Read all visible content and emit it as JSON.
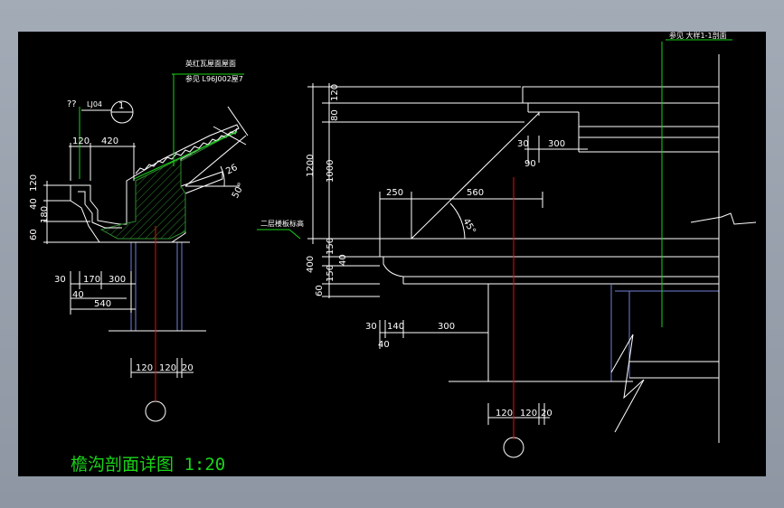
{
  "drawing": {
    "title": "檐沟剖面详图 1:20",
    "colors": {
      "background": "#000000",
      "line": "#ffffff",
      "leader": "#19d419",
      "centerline": "#e01010",
      "wall": "#6f7fd9",
      "hatch": "#2e8a2e",
      "outer_bg": "#9aa2ae"
    }
  },
  "left_detail": {
    "ref_mark": "??",
    "ref_code": "LJ04",
    "ref_number": "1",
    "roof_note_line1": "英红瓦屋面屋面",
    "roof_note_line2": "参见 L96J002屋7",
    "slope_angle_1": "26",
    "slope_angle_2": "50°",
    "dims": {
      "top_120": "120",
      "top_420": "420",
      "v_120": "120",
      "v_40": "40",
      "v_180": "180",
      "v_60": "60",
      "b_30": "30",
      "b_170": "170",
      "b_300": "300",
      "b_40": "40",
      "b_540": "540",
      "c_120a": "120",
      "c_120b": "120",
      "c_20": "20"
    }
  },
  "right_detail": {
    "note_top": "参见 大样1-1剖面",
    "note_floor": "二层楼板标高",
    "angle": "45°",
    "dims": {
      "v_120": "120",
      "v_80": "80",
      "v_1200": "1200",
      "v_1000": "1000",
      "v_150a": "150",
      "v_400": "400",
      "v_40": "40",
      "v_150b": "150",
      "v_60": "60",
      "t_30": "30",
      "t_300": "300",
      "t_90": "90",
      "m_250": "250",
      "m_560": "560",
      "l_30": "30",
      "l_140": "140",
      "l_300": "300",
      "l_40": "40",
      "c_120a": "120",
      "c_120b": "120",
      "c_20": "20"
    }
  }
}
